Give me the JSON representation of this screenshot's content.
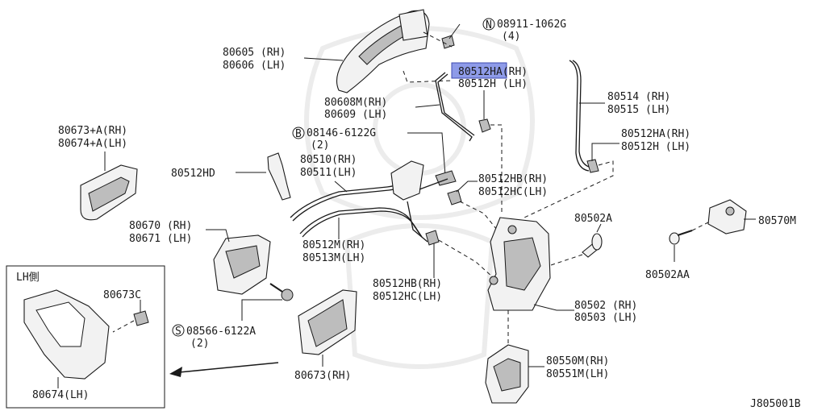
{
  "labels": {
    "screw_top": "08911-1062G",
    "screw_top_qty": "(4)",
    "outer_handle_rh": "80605 (RH)",
    "outer_handle_lh": "80606 (LH)",
    "clip_a_rh": "80512HA(RH)",
    "clip_a_lh": "80512H  (LH)",
    "rod_rh": "80608M(RH)",
    "rod_lh": "80609  (LH)",
    "rod_long_rh": "80514 (RH)",
    "rod_long_lh": "80515 (LH)",
    "clip_b_rh": "80512HA(RH)",
    "clip_b_lh": "80512H  (LH)",
    "bolt_mid": "08146-6122G",
    "bolt_mid_qty": "(2)",
    "escutcheon_rh": "80673+A(RH)",
    "escutcheon_lh": "80674+A(LH)",
    "clip_hd": "80512HD",
    "cable_rh": "80510(RH)",
    "cable_lh": "80511(LH)",
    "clip_hb_rh": "80512HB(RH)",
    "clip_hc_lh": "80512HC(LH)",
    "screw_80502a": "80502A",
    "striker": "80570M",
    "screw_80502aa": "80502AA",
    "inner_handle_rh": "80670 (RH)",
    "inner_handle_lh": "80671 (LH)",
    "cable2_rh": "80512M(RH)",
    "cable2_lh": "80513M(LH)",
    "clip_hb2_rh": "80512HB(RH)",
    "clip_hc2_lh": "80512HC(LH)",
    "lock_rh": "80502 (RH)",
    "lock_lh": "80503 (LH)",
    "screw_bottom": "08566-6122A",
    "screw_bottom_qty": "(2)",
    "actuator_rh": "80550M(RH)",
    "actuator_lh": "80551M(LH)",
    "bezel_rh": "80673(RH)",
    "inset_title": "LH側",
    "inset_clip": "80673C",
    "inset_bezel": "80674(LH)",
    "diagram_id": "J805001B",
    "symbol_n": "N",
    "symbol_b": "B",
    "symbol_s": "S"
  },
  "highlight": {
    "text": "80512HA(RH)",
    "color": "#8e9be8"
  },
  "colors": {
    "ink": "#1a1a1a",
    "background": "#ffffff",
    "watermark": "#ececec"
  }
}
